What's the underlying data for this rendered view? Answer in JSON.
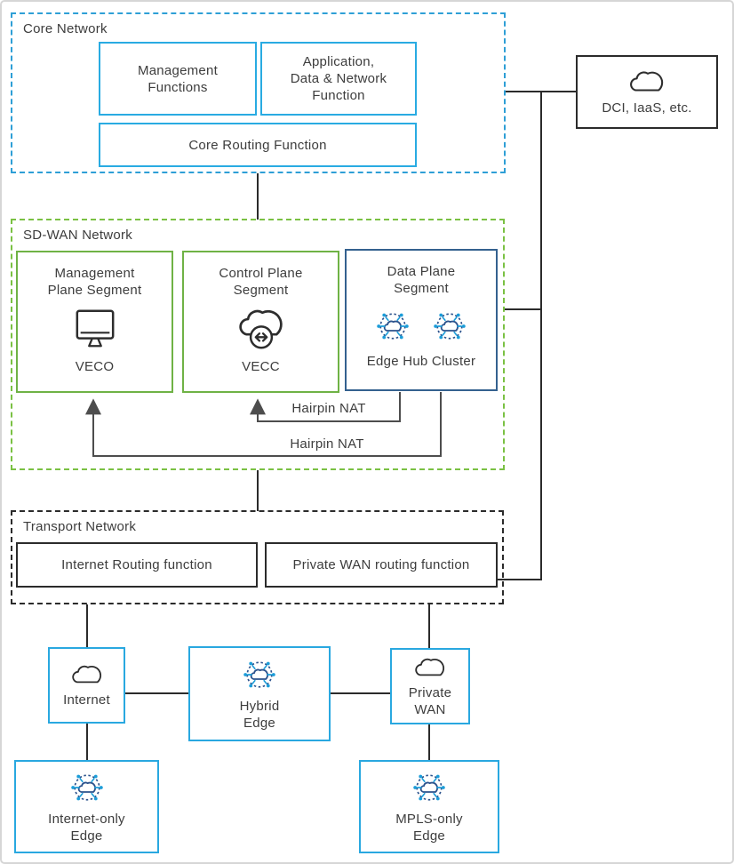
{
  "colors": {
    "core_dashed": "#2E9FD6",
    "core_box_border": "#29ABE2",
    "sdwan_dashed": "#7AC143",
    "segment_green_border": "#6FB245",
    "segment_navy_border": "#34618F",
    "access_box_border": "#29A8E0",
    "connector": "#2B2B2B",
    "arrow": "#4D4D4D",
    "text": "#3D3D3D",
    "icon_dark": "#2D2D2D",
    "cluster_navy": "#2B528C",
    "cluster_blue": "#1B9DD9"
  },
  "core_network": {
    "title": "Core Network",
    "management_functions": "Management\nFunctions",
    "application_function": "Application,\nData & Network\nFunction",
    "core_routing_function": "Core Routing Function"
  },
  "external": {
    "dci_label": "DCI, IaaS, etc."
  },
  "sdwan_network": {
    "title": "SD-WAN Network",
    "management_plane": {
      "title": "Management\nPlane Segment",
      "caption": "VECO"
    },
    "control_plane": {
      "title": "Control Plane\nSegment",
      "caption": "VECC"
    },
    "data_plane": {
      "title": "Data Plane\nSegment",
      "caption": "Edge Hub Cluster"
    },
    "hairpin_nat_top": "Hairpin NAT",
    "hairpin_nat_bottom": "Hairpin NAT"
  },
  "transport_network": {
    "title": "Transport Network",
    "internet_routing": "Internet Routing function",
    "private_wan_routing": "Private WAN routing function"
  },
  "access_layer": {
    "internet": "Internet",
    "hybrid_edge": "Hybrid\nEdge",
    "private_wan": "Private\nWAN",
    "internet_only_edge": "Internet-only\nEdge",
    "mpls_only_edge": "MPLS-only\nEdge"
  }
}
